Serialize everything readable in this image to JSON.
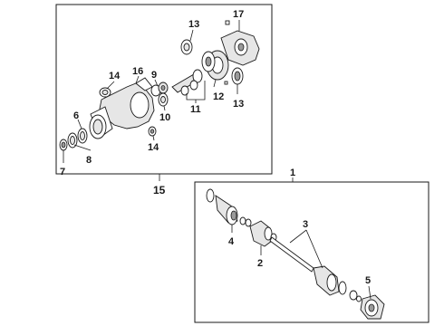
{
  "labels": {
    "c1": "1",
    "c2": "2",
    "c3": "3",
    "c4": "4",
    "c5": "5",
    "c6": "6",
    "c7": "7",
    "c8": "8",
    "c9": "9",
    "c10": "10",
    "c11": "11",
    "c12": "12",
    "c13a": "13",
    "c13b": "13",
    "c14a": "14",
    "c14b": "14",
    "c15": "15",
    "c16": "16",
    "c17": "17"
  }
}
